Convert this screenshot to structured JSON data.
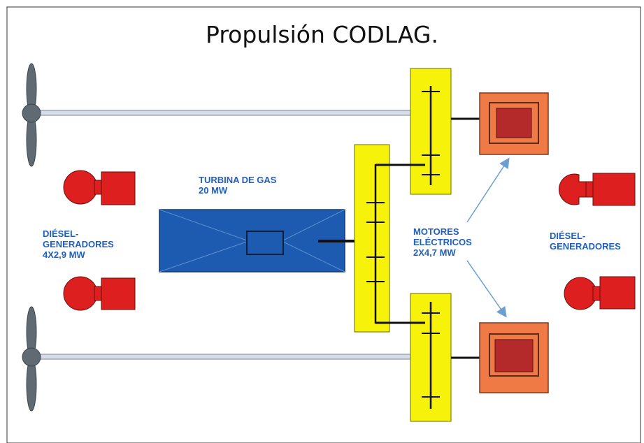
{
  "title": "Propulsión CODLAG.",
  "labels": {
    "gas_turbine": [
      "TURBINA DE GAS",
      "20 MW"
    ],
    "diesel_left": [
      "DIÉSEL-",
      "GENERADORES",
      "4X2,9 MW"
    ],
    "motors": [
      "MOTORES",
      "ELÉCTRICOS",
      "2X4,7 MW"
    ],
    "diesel_right": [
      "DIÉSEL-",
      "GENERADORES"
    ]
  },
  "colors": {
    "gearbox": "#f7f20a",
    "gas_turbine": "#1c5bb0",
    "motor_outer": "#f07a45",
    "motor_inner": "#b42a2a",
    "generator": "#dd1f1f",
    "shaft": "#d6dde8",
    "propeller": "#5f6a72",
    "label_text": "#1f5fbf",
    "arrow": "#6a9fd0"
  }
}
